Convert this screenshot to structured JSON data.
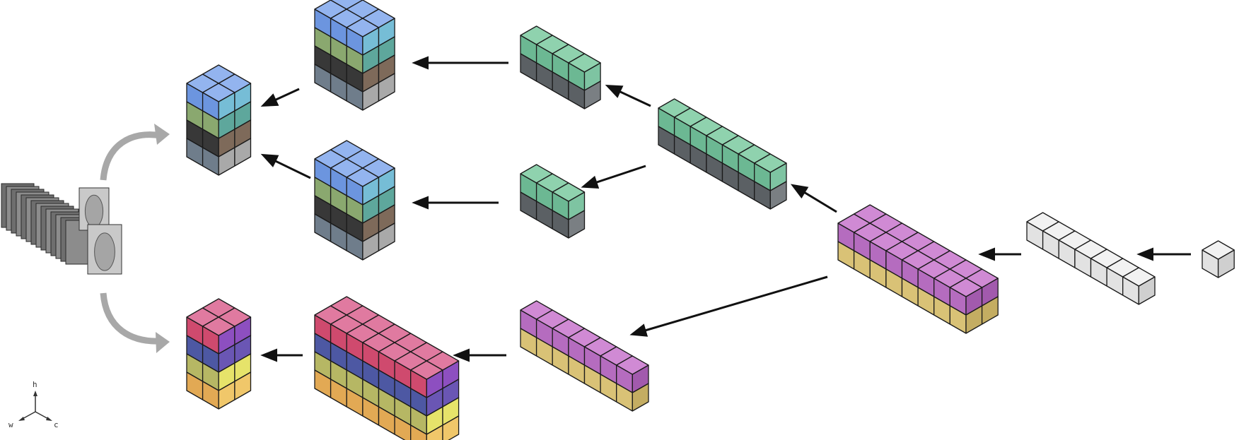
{
  "axis_legend": {
    "h": "h",
    "w": "w",
    "c": "c"
  },
  "colors": {
    "green_top": "#8fd2ae",
    "green_front": "#6cb893",
    "green_side": "#7ec4a2",
    "dark_front": "#5b6064",
    "dark_side": "#7a7f83",
    "white_top": "#f2f2f2",
    "white_front": "#e2e2e2",
    "white_side": "#cfcfcf",
    "magenta_top": "#d08ad4",
    "magenta_front": "#b56cbf",
    "magenta_side": "#a25aad",
    "khaki_front": "#d9c276",
    "khaki_side": "#c4ad62",
    "blue_top": "#93b4ef",
    "blue_front": "#6c95df",
    "cyan_side": "#76bdd6",
    "olive_front": "#8aa86f",
    "teal_side": "#5ea79c",
    "black_front": "#383838",
    "brown_side": "#7e6a5a",
    "slate_front": "#6f7d8b",
    "gray_side": "#a9a9a9",
    "pink_top": "#e07aa0",
    "red_front": "#cf4a6e",
    "purple_side": "#8d4fc0",
    "navy_front": "#4d58a3",
    "indigo_side": "#6a56b4",
    "olive2_front": "#b6b764",
    "yellow_side": "#e6e36a",
    "orange_front": "#e2a954",
    "lightorange_side": "#f0c76a",
    "arrow": "#111111",
    "curved_arrow": "#a8a8a8"
  }
}
